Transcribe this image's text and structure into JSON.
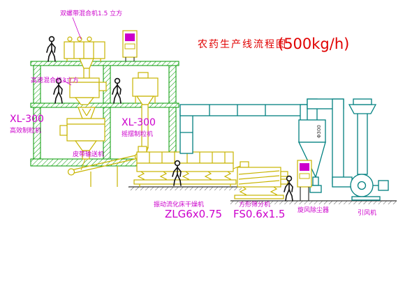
{
  "diagram": {
    "title": {
      "main": "农药生产线流程图",
      "capacity": "(500kg/h)"
    },
    "labels": {
      "ribbon_mixer": "双螺带混合机1.5 立方",
      "high_speed_mixer": "高速混合机3立方",
      "granulator_left_model": "XL-300",
      "granulator_left_name": "高效制粒机",
      "granulator_right_model": "XL-300",
      "granulator_right_name": "摇摆制粒机",
      "belt_conveyor": "皮带输送机",
      "dryer_name": "振动流化床干燥机",
      "dryer_model": "ZLG6x0.75",
      "sieve_name": "方形筛分机",
      "sieve_model": "FS0.6x1.5",
      "cyclone": "旋风除尘器",
      "fan": "引风机",
      "cyclone_duct_dim": "Φ300"
    },
    "colors": {
      "equipment": "#c8b400",
      "structure": "#009a00",
      "duct": "#008080",
      "label": "#cc00cc",
      "title": "#e00000"
    }
  }
}
